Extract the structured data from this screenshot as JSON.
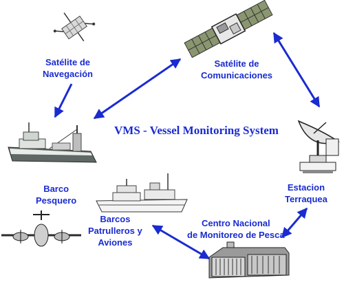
{
  "diagram": {
    "title": "VMS - Vessel Monitoring System",
    "nodes": {
      "nav_satellite": {
        "line1": "Satélite de",
        "line2": "Navegación",
        "icon": "navigation-satellite-icon"
      },
      "comm_satellite": {
        "line1": "Satélite de",
        "line2": "Comunicaciones",
        "icon": "communications-satellite-icon"
      },
      "ground_station": {
        "line1": "Estacion",
        "line2": "Terraquea",
        "icon": "satellite-dish-icon"
      },
      "fishing_boat": {
        "line1": "Barco",
        "line2": "Pesquero",
        "icon": "fishing-boat-icon"
      },
      "patrol": {
        "line1": "Barcos",
        "line2": "Patrulleros y",
        "line3": "Aviones",
        "icon": "patrol-ship-icon",
        "icon2": "patrol-aircraft-icon"
      },
      "national_center": {
        "line1": "Centro Nacional",
        "line2": "de Monitoreo de Pesca",
        "icon": "monitoring-center-building-icon"
      }
    },
    "colors": {
      "text": "#1a2bd0",
      "arrow": "#1a2bd0"
    }
  }
}
